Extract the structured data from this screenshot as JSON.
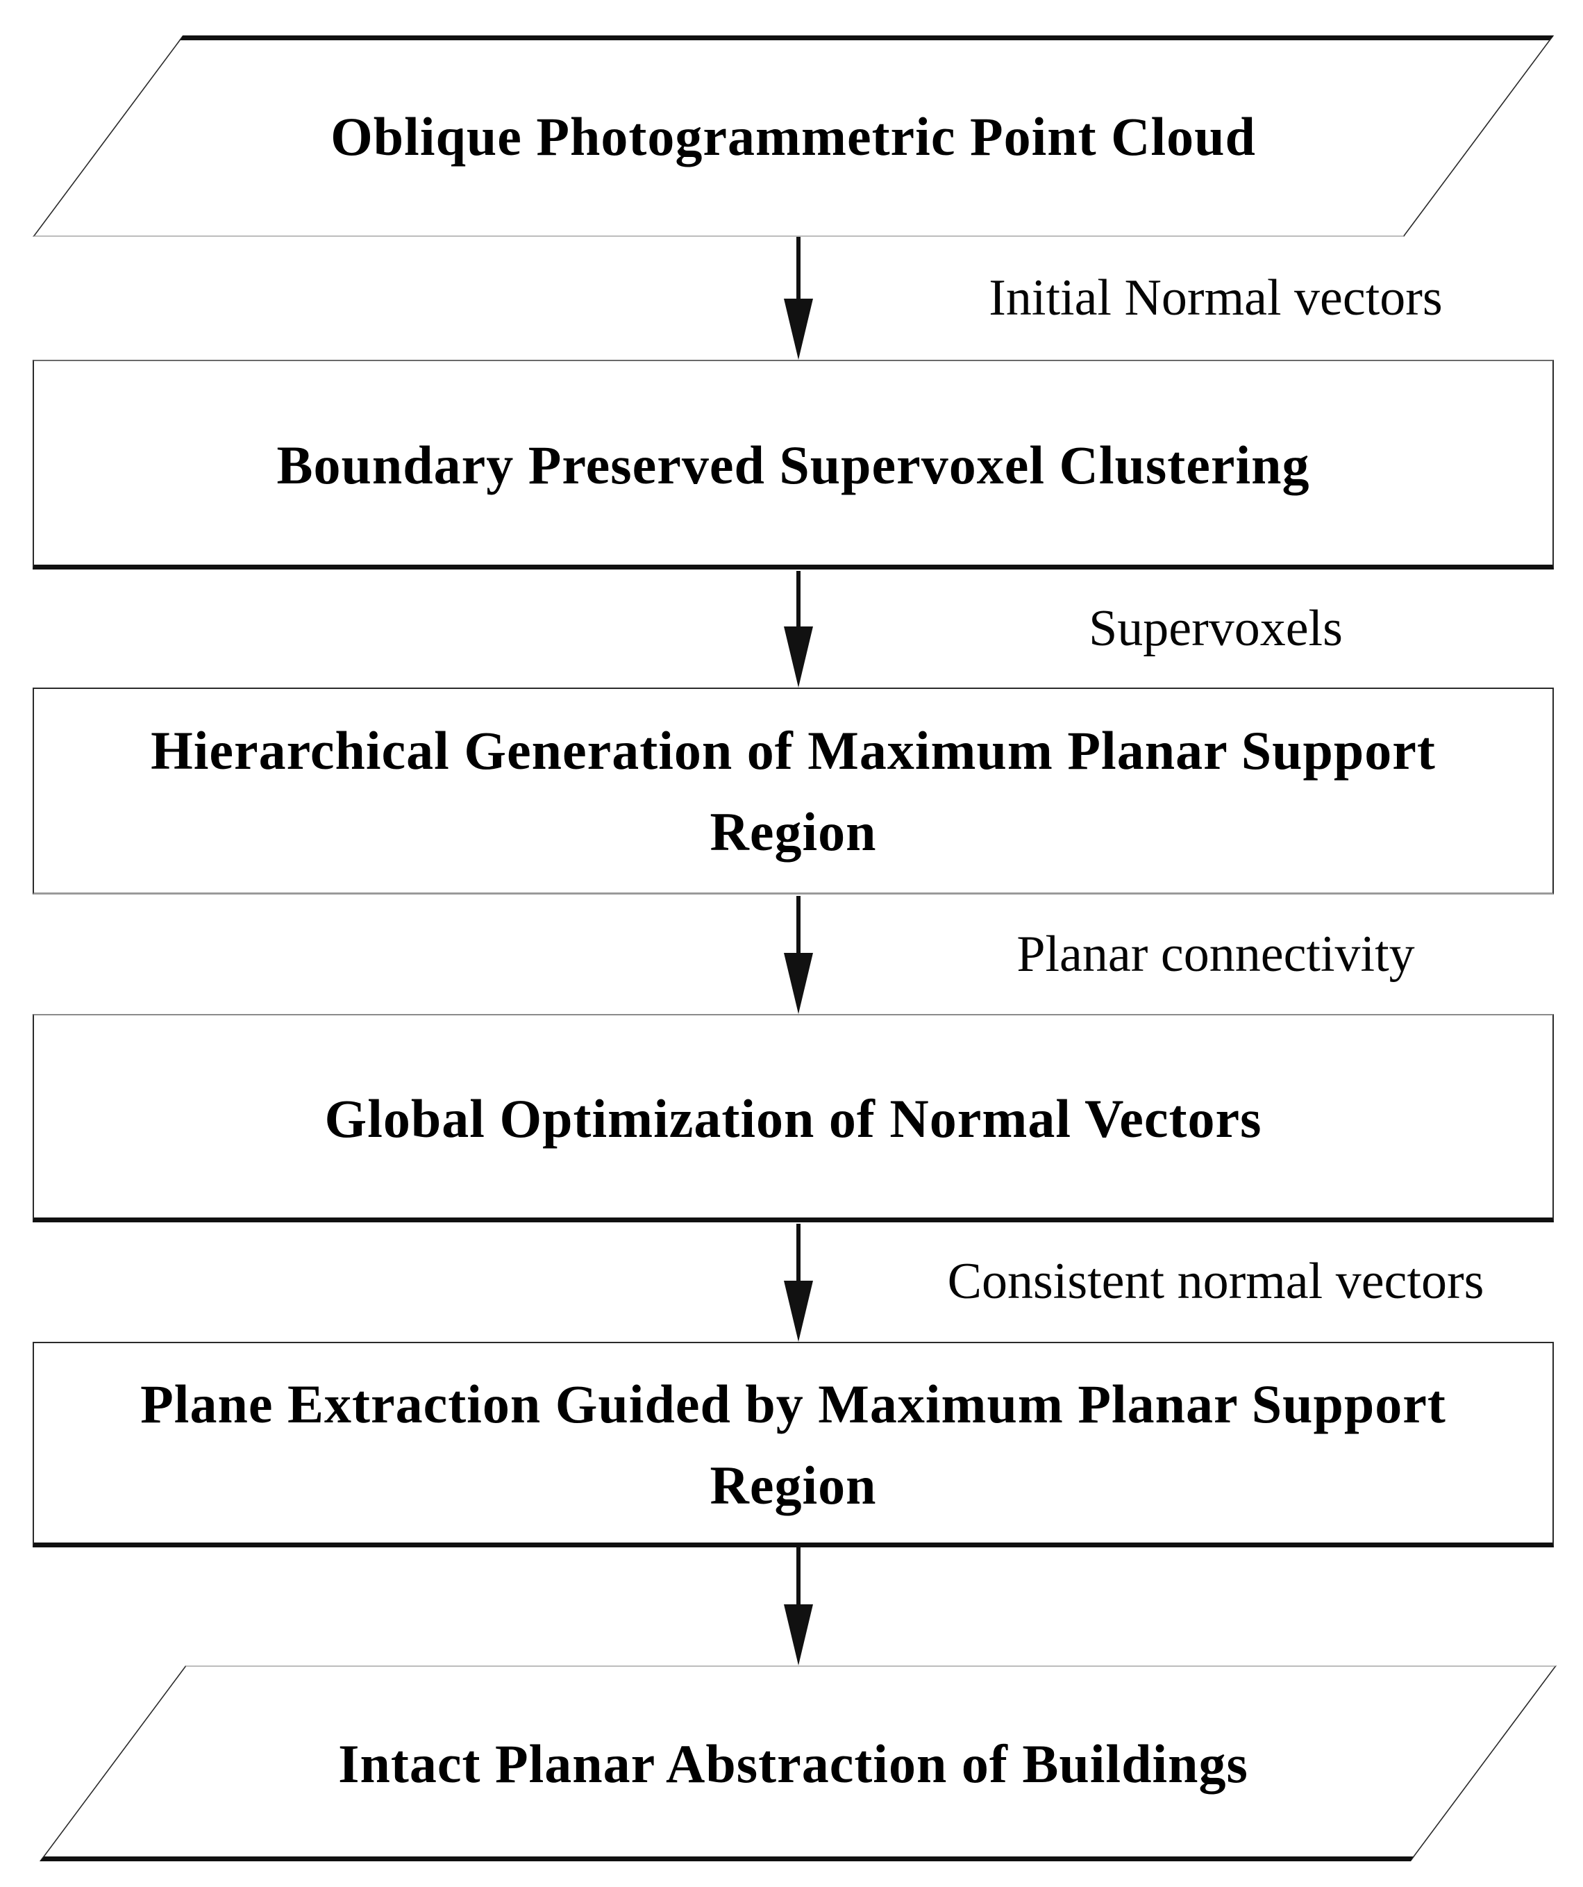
{
  "diagram": {
    "type": "flowchart",
    "orientation": "top-down",
    "colors": {
      "background": "#ffffff",
      "stroke": "#1a1a1a",
      "text": "#000000"
    },
    "nodes": [
      {
        "id": "input",
        "shape": "parallelogram",
        "label": "Oblique Photogrammetric Point Cloud"
      },
      {
        "id": "step1",
        "shape": "rectangle",
        "label": "Boundary Preserved Supervoxel Clustering"
      },
      {
        "id": "step2",
        "shape": "rectangle",
        "label": "Hierarchical Generation of Maximum Planar Support Region"
      },
      {
        "id": "step3",
        "shape": "rectangle",
        "label": "Global Optimization of Normal Vectors"
      },
      {
        "id": "step4",
        "shape": "rectangle",
        "label": "Plane Extraction Guided by Maximum Planar Support Region"
      },
      {
        "id": "output",
        "shape": "parallelogram",
        "label": "Intact Planar Abstraction of Buildings"
      }
    ],
    "edges": [
      {
        "from": "input",
        "to": "step1",
        "label": "Initial Normal vectors"
      },
      {
        "from": "step1",
        "to": "step2",
        "label": "Supervoxels"
      },
      {
        "from": "step2",
        "to": "step3",
        "label": "Planar connectivity"
      },
      {
        "from": "step3",
        "to": "step4",
        "label": "Consistent normal vectors"
      },
      {
        "from": "step4",
        "to": "output",
        "label": ""
      }
    ]
  }
}
